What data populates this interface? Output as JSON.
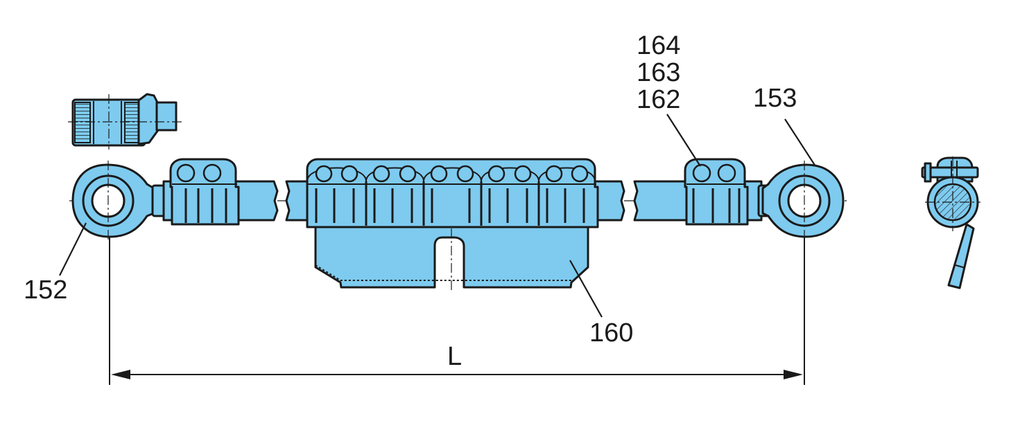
{
  "labels": {
    "part_152": "152",
    "part_153": "153",
    "part_160": "160",
    "part_162": "162",
    "part_163": "163",
    "part_164": "164",
    "dimension_length": "L"
  },
  "colors": {
    "part_fill": "#7ecbef",
    "outline": "#1a1a1a",
    "background": "#ffffff"
  }
}
